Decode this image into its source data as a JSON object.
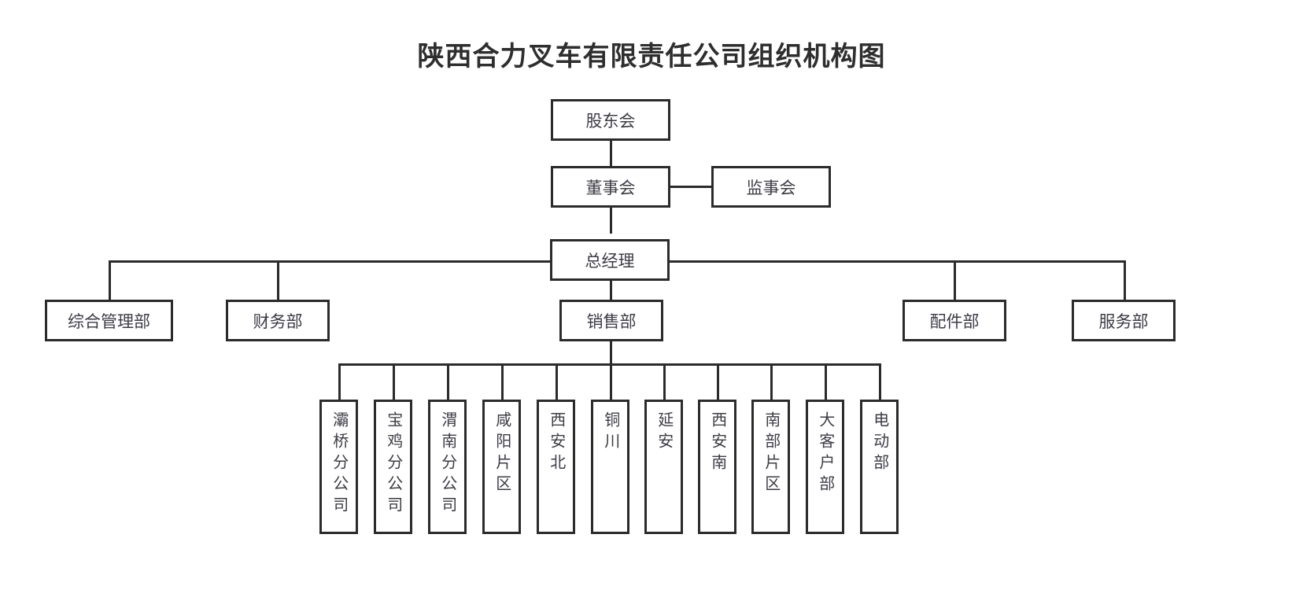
{
  "title": "陕西合力叉车有限责任公司组织机构图",
  "nodes": {
    "shareholders": "股东会",
    "board": "董事会",
    "supervisors": "监事会",
    "general_manager": "总经理",
    "admin_dept": "综合管理部",
    "finance_dept": "财务部",
    "sales_dept": "销售部",
    "parts_dept": "配件部",
    "service_dept": "服务部"
  },
  "sales_branches": [
    {
      "label": "灞桥分公司"
    },
    {
      "label": "宝鸡分公司"
    },
    {
      "label": "渭南分公司"
    },
    {
      "label": "咸阳片区"
    },
    {
      "label": "西安北"
    },
    {
      "label": "铜川"
    },
    {
      "label": "延安"
    },
    {
      "label": "西安南"
    },
    {
      "label": "南部片区"
    },
    {
      "label": "大客户部"
    },
    {
      "label": "电动部"
    }
  ],
  "colors": {
    "line": "#2b2b2b",
    "text": "#3c3c46",
    "title": "#2e2e2e",
    "background": "#ffffff"
  },
  "chart_data": {
    "type": "diagram",
    "title": "陕西合力叉车有限责任公司组织机构图",
    "hierarchy": [
      {
        "level": 1,
        "label": "股东会",
        "children": [
          "董事会"
        ]
      },
      {
        "level": 2,
        "label": "董事会",
        "children": [
          "总经理"
        ],
        "peers": [
          "监事会"
        ]
      },
      {
        "level": 2,
        "label": "监事会",
        "children": []
      },
      {
        "level": 3,
        "label": "总经理",
        "children": [
          "综合管理部",
          "财务部",
          "销售部",
          "配件部",
          "服务部"
        ]
      },
      {
        "level": 4,
        "label": "综合管理部",
        "children": []
      },
      {
        "level": 4,
        "label": "财务部",
        "children": []
      },
      {
        "level": 4,
        "label": "销售部",
        "children": [
          "灞桥分公司",
          "宝鸡分公司",
          "渭南分公司",
          "咸阳片区",
          "西安北",
          "铜川",
          "延安",
          "西安南",
          "南部片区",
          "大客户部",
          "电动部"
        ]
      },
      {
        "level": 4,
        "label": "配件部",
        "children": []
      },
      {
        "level": 4,
        "label": "服务部",
        "children": []
      }
    ]
  }
}
